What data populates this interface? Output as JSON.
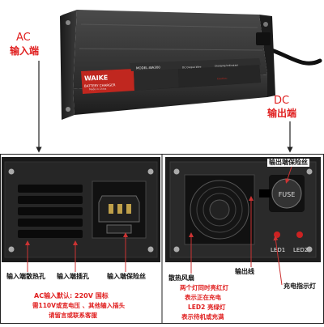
{
  "top_callouts": {
    "ac_en": "AC",
    "ac_zh": "输入端",
    "dc_en": "DC",
    "dc_zh": "输出端"
  },
  "charger_sticker": {
    "brand": "WAIKE",
    "model": "MODEL:WA300",
    "product": "BATTERY CHARGER",
    "made_in": "Made in China",
    "dc_output_wire": "DC Output Wire",
    "charging_indication": "Charging Indication",
    "caution": "Caution",
    "caution_title": "Caution:"
  },
  "left_panel": {
    "label_fan_vent": "输入端散热孔",
    "label_input_socket": "输入端插孔",
    "label_input_fuse": "输入端保险丝",
    "note_line1": "AC输入默认: 220V 国标",
    "note_line2": "需110V或宽电压 、其他输入插头",
    "note_line3": "请留言或联系客服"
  },
  "right_panel": {
    "label_output_fuse": "输出端保险丝",
    "label_output_vent": "散热风扇",
    "label_output_wire": "输出线",
    "label_led1": "LED1",
    "label_led2": "LED2",
    "label_charge_indicator": "充电指示灯",
    "fuse_cap_text": "FUSE",
    "note_line1": "两个灯同时亮红灯",
    "note_line2": "表示正在充电",
    "note_line3": "LED2 亮绿灯",
    "note_line4": "表示待机或充满"
  },
  "colors": {
    "label_red": "#e02020",
    "charger_body": "#2b2b2b",
    "sticker_red": "#c0271f"
  }
}
